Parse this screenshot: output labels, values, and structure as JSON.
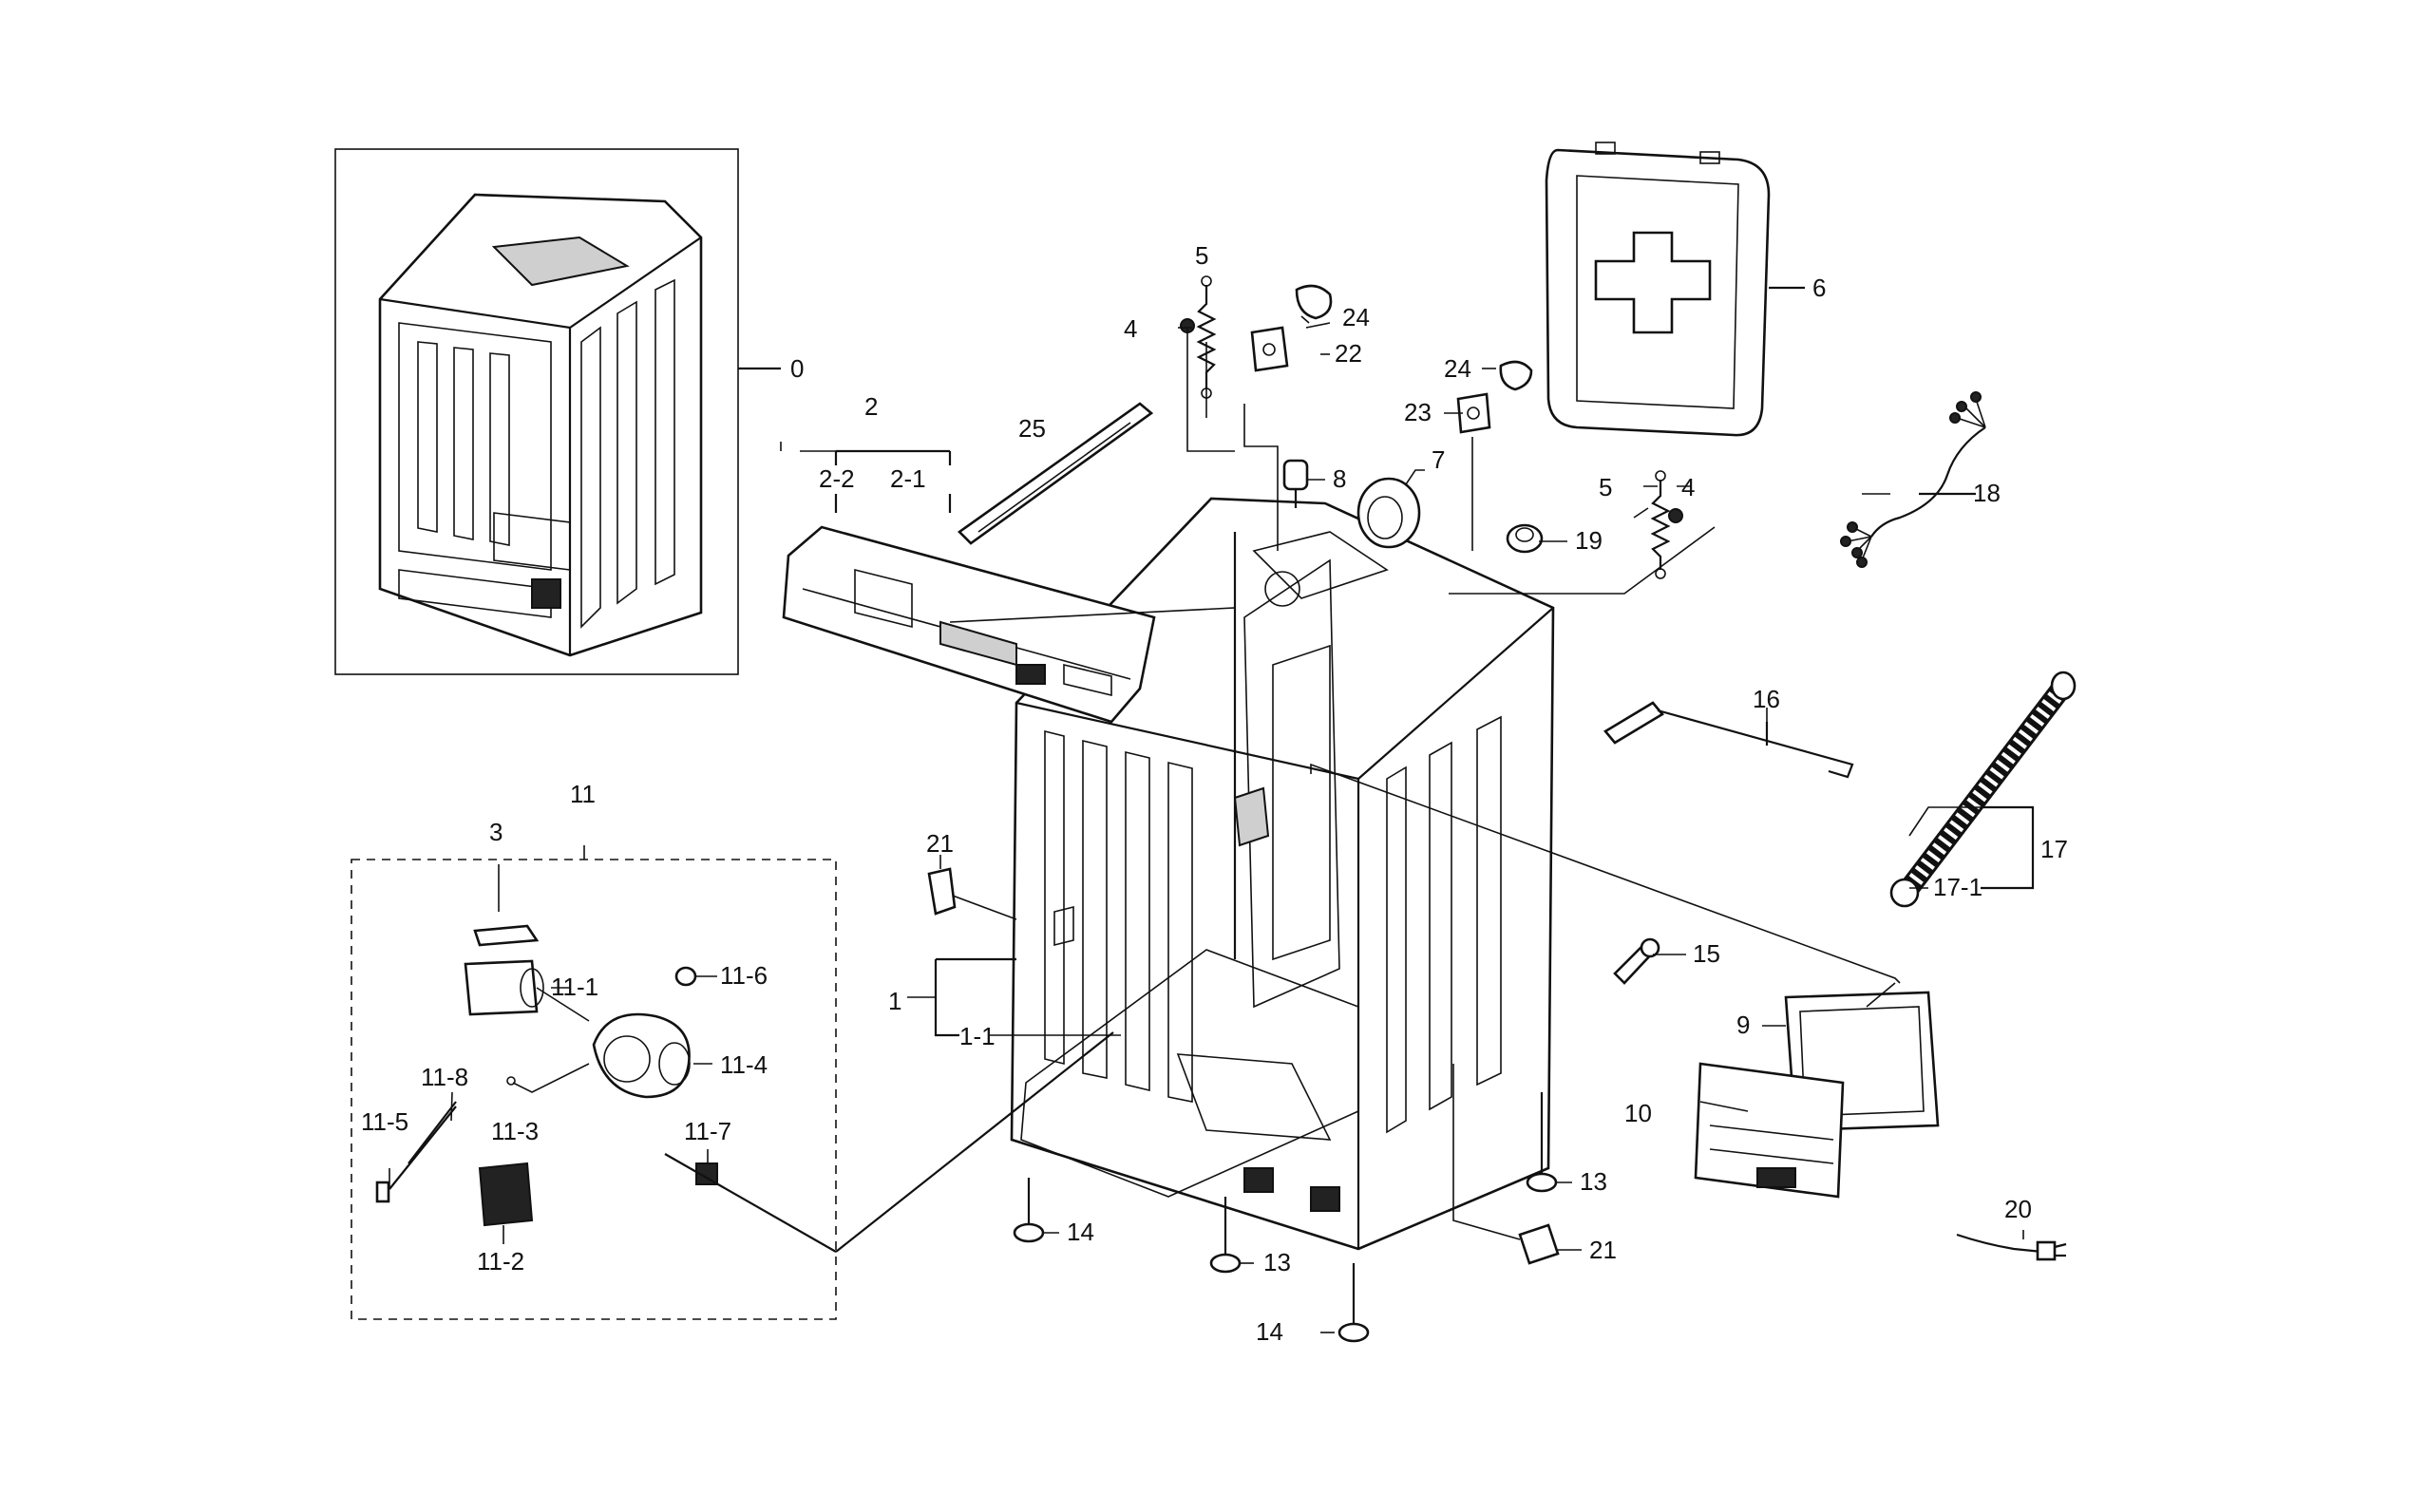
{
  "labels": {
    "l0": "0",
    "l1": "1",
    "l1_1": "1-1",
    "l2": "2",
    "l2_1": "2-1",
    "l2_2": "2-2",
    "l3": "3",
    "l4a": "4",
    "l4b": "4",
    "l5a": "5",
    "l5b": "5",
    "l6": "6",
    "l7": "7",
    "l8": "8",
    "l9": "9",
    "l10": "10",
    "l11": "11",
    "l11_1": "11-1",
    "l11_2": "11-2",
    "l11_3": "11-3",
    "l11_4": "11-4",
    "l11_5": "11-5",
    "l11_6": "11-6",
    "l11_7": "11-7",
    "l11_8": "11-8",
    "l13a": "13",
    "l13b": "13",
    "l14a": "14",
    "l14b": "14",
    "l15": "15",
    "l16": "16",
    "l17": "17",
    "l17_1": "17-1",
    "l18": "18",
    "l19": "19",
    "l20": "20",
    "l21a": "21",
    "l21b": "21",
    "l22": "22",
    "l23": "23",
    "l24a": "24",
    "l24b": "24",
    "l25": "25"
  }
}
